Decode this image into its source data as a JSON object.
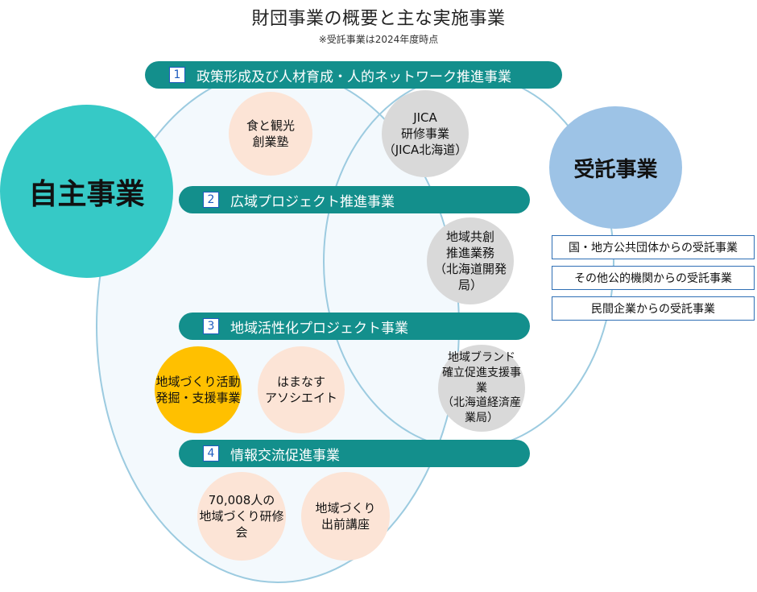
{
  "title": "財団事業の概要と主な実施事業",
  "subtitle": "※受託事業は2024年度時点",
  "self_program": {
    "label": "自主事業",
    "color": "#36c9c6"
  },
  "contract_program": {
    "label": "受託事業",
    "color": "#9dc3e6"
  },
  "bars": [
    {
      "num": "1",
      "label": "政策形成及び人材育成・人的ネットワーク推進事業"
    },
    {
      "num": "2",
      "label": "広域プロジェクト推進事業"
    },
    {
      "num": "3",
      "label": "地域活性化プロジェクト事業"
    },
    {
      "num": "4",
      "label": "情報交流促進事業"
    }
  ],
  "projects": {
    "food_startup": "食と観光\n創業塾",
    "jica": "JICA\n研修事業\n（JICA北海道）",
    "regional_creation": "地域共創\n推進業務\n（北海道開発局）",
    "regional_dev_support": "地域づくり活動\n発掘・支援事業",
    "hamanasu": "はまなす\nアソシエイト",
    "regional_brand": "地域ブランド\n確立促進支援事業\n（北海道経済産業局）",
    "seminar_70008": "70,008人の\n地域づくり研修会",
    "lecture": "地域づくり\n出前講座"
  },
  "contract_sources": [
    "国・地方公共団体からの受託事業",
    "その他公的機関からの受託事業",
    "民間企業からの受託事業"
  ],
  "colors": {
    "bar": "#138f8c",
    "peach": "#fce4d6",
    "grey": "#d9d9d9",
    "gold": "#ffc000",
    "box_border": "#2f6fb5"
  }
}
